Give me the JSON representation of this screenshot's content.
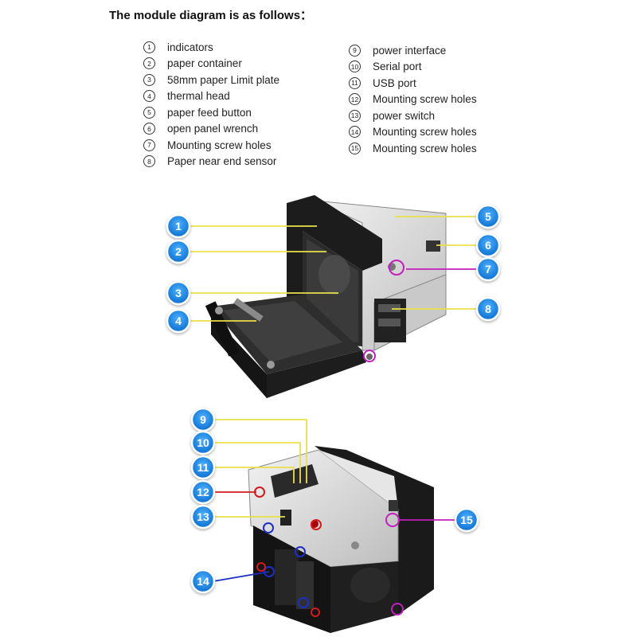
{
  "title": "The module diagram is as follows：",
  "legend_left": [
    {
      "num": "1",
      "label": "indicators"
    },
    {
      "num": "2",
      "label": "paper container"
    },
    {
      "num": "3",
      "label": "58mm paper Limit plate"
    },
    {
      "num": "4",
      "label": "thermal head"
    },
    {
      "num": "5",
      "label": "paper feed button"
    },
    {
      "num": "6",
      "label": "open panel wrench"
    },
    {
      "num": "7",
      "label": "Mounting screw holes"
    },
    {
      "num": "8",
      "label": "Paper near end sensor"
    }
  ],
  "legend_right": [
    {
      "num": "9",
      "label": "power interface"
    },
    {
      "num": "10",
      "label": "Serial port"
    },
    {
      "num": "11",
      "label": "USB port"
    },
    {
      "num": "12",
      "label": "Mounting screw holes"
    },
    {
      "num": "13",
      "label": "power switch"
    },
    {
      "num": "14",
      "label": "Mounting screw holes"
    },
    {
      "num": "15",
      "label": "Mounting screw holes"
    }
  ],
  "badges": [
    "1",
    "2",
    "3",
    "4",
    "5",
    "6",
    "7",
    "8",
    "9",
    "10",
    "11",
    "12",
    "13",
    "14",
    "15"
  ],
  "colors": {
    "badge_blue": "#1b8ae6",
    "leader_yellow": "#e8e04a",
    "leader_magenta": "#c21fbf",
    "leader_red": "#d21b1b",
    "leader_blue": "#1b2fc2",
    "printer_black": "#1a1a1a",
    "metal": "#d9d9d9"
  }
}
